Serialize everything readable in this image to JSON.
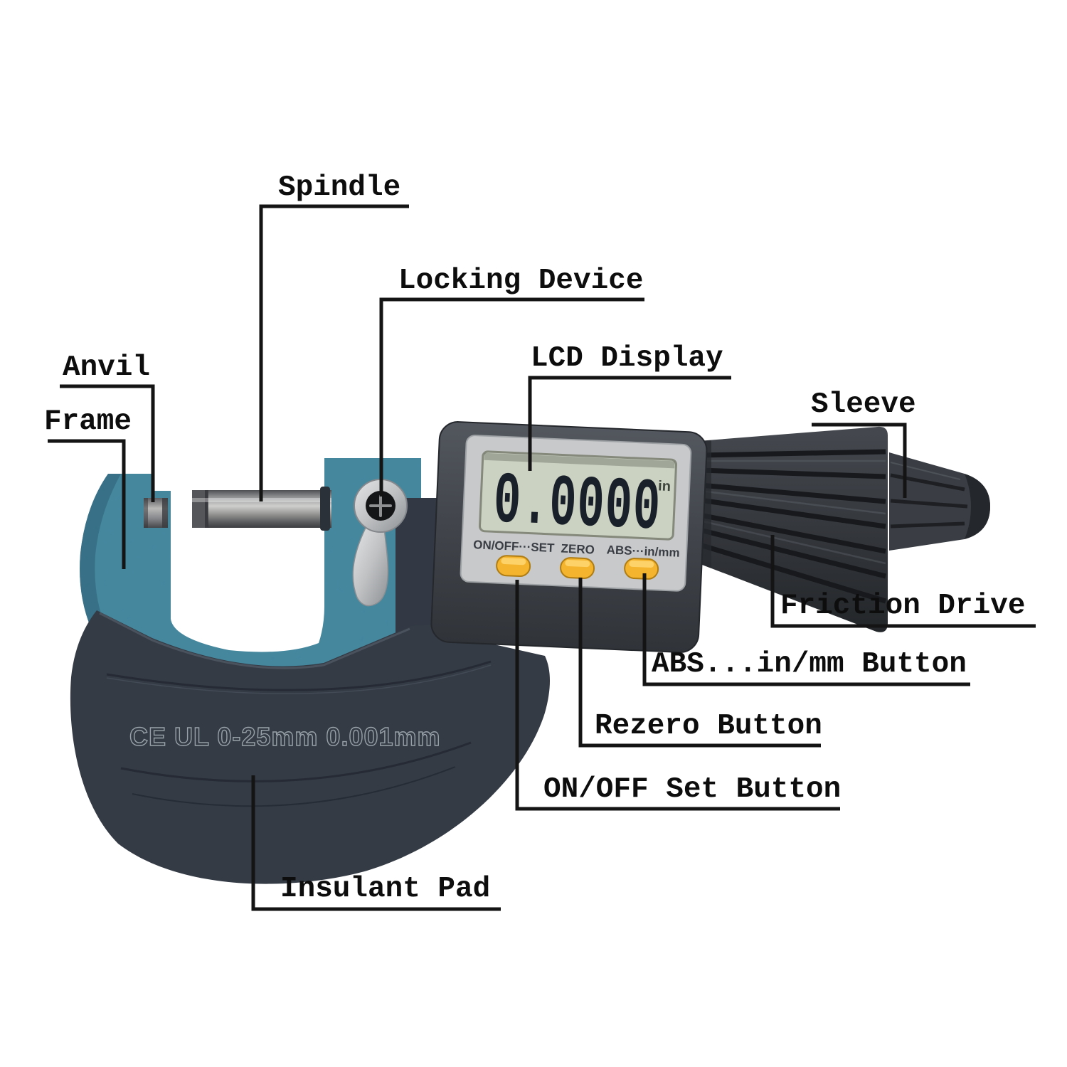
{
  "callouts": {
    "spindle": "Spindle",
    "locking_device": "Locking Device",
    "lcd_display": "LCD Display",
    "sleeve": "Sleeve",
    "anvil": "Anvil",
    "frame": "Frame",
    "friction_drive": "Friction Drive",
    "abs_in_mm_button": "ABS...in/mm Button",
    "rezero_button": "Rezero Button",
    "on_off_set_button": "ON/OFF Set Button",
    "insulant_pad": "Insulant Pad"
  },
  "device": {
    "lcd_value": "0.0000",
    "lcd_unit": "in",
    "button_labels": [
      "ON/OFF···SET",
      "ZERO",
      "ABS···in/mm"
    ],
    "engraving": "CE UL 0-25mm  0.001mm",
    "colors": {
      "frame_blue": "#3f819c",
      "body_dark": "#343b45",
      "housing_gray": "#43474e",
      "panel_silver": "#c7c9cb",
      "lcd_screen": "#cbd2c2",
      "button_yellow": "#f4b42e",
      "digit_dark": "#1a2029"
    }
  }
}
